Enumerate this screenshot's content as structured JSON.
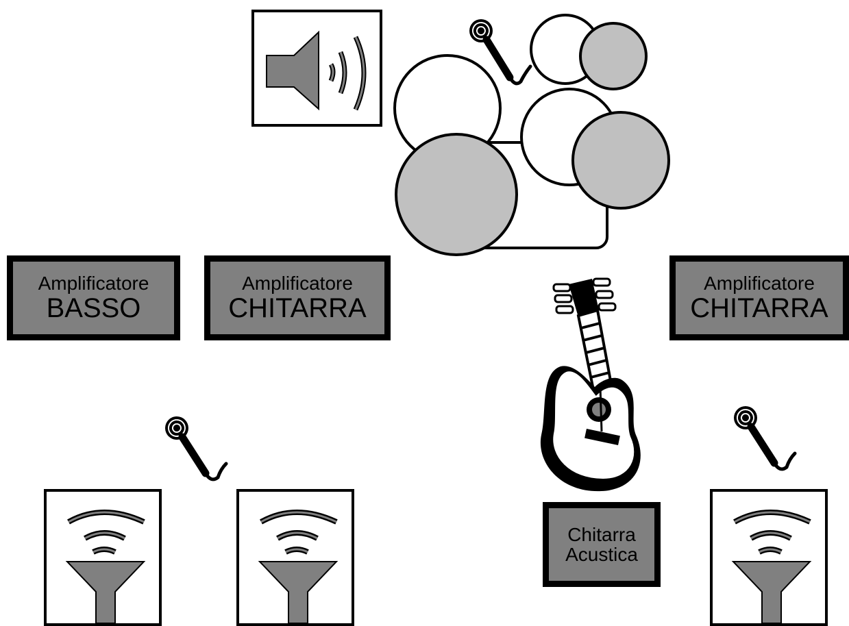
{
  "amplifiers": {
    "bass": {
      "line1": "Amplificatore",
      "line2": "BASSO"
    },
    "guitar_left": {
      "line1": "Amplificatore",
      "line2": "CHITARRA"
    },
    "guitar_right": {
      "line1": "Amplificatore",
      "line2": "CHITARRA"
    },
    "acoustic": {
      "line1": "Chitarra",
      "line2": "Acustica"
    }
  },
  "icons": {
    "speaker": "speaker-volume-icon",
    "monitor": "stage-monitor-icon",
    "microphone": "microphone-icon",
    "drums": "drum-kit-icon",
    "guitar": "acoustic-guitar-icon"
  },
  "colors": {
    "fill_dark": "#808080",
    "fill_light": "#c0c0c0",
    "stroke": "#000000",
    "background": "#ffffff"
  }
}
